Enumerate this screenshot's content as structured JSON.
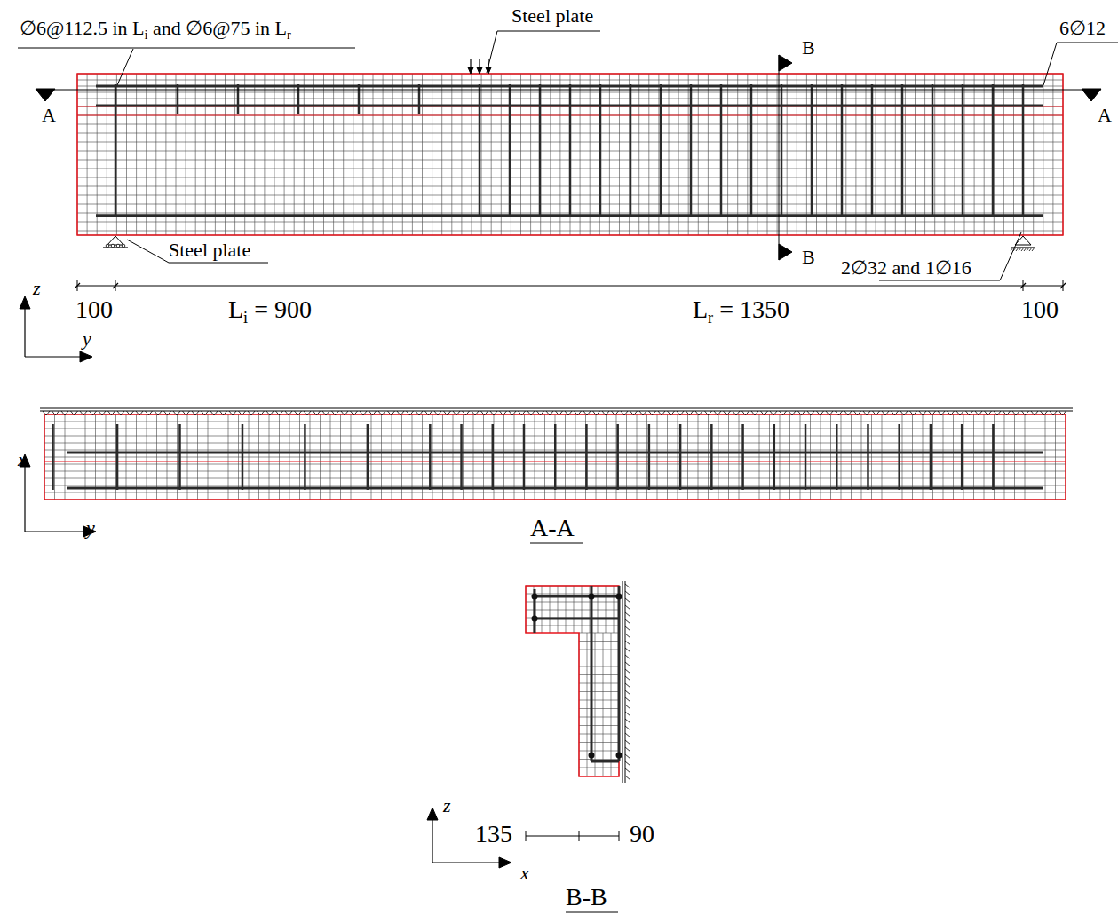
{
  "diagram": {
    "labels": [
      "∅6@112.5 in L",
      "i",
      "and ∅6@75 in L",
      "r",
      "Steel plate",
      "B",
      "6∅12",
      "A",
      "A",
      "Steel plate",
      "B",
      "2∅32 and 1∅16",
      "z",
      "y",
      "100",
      "L",
      "i",
      "= 900",
      "L",
      "r",
      "= 1350",
      "100",
      "x",
      "y",
      "A-A",
      "135",
      "90",
      "z",
      "x",
      "B-B"
    ]
  }
}
